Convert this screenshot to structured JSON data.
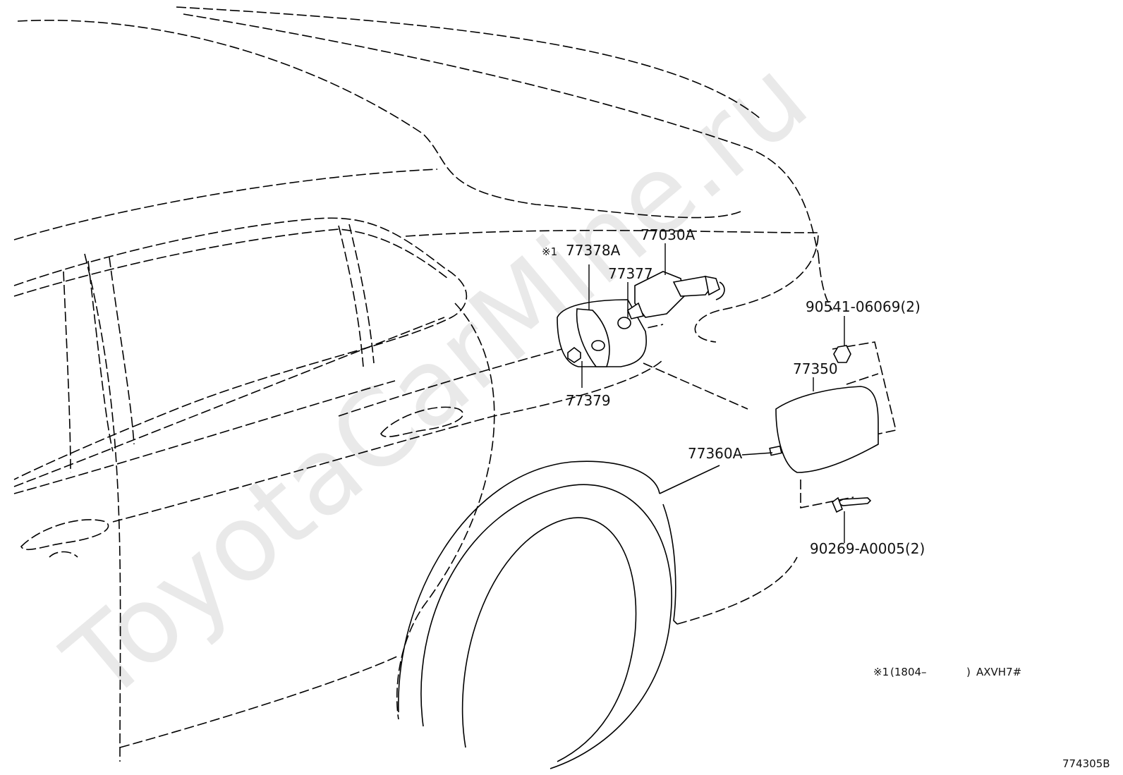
{
  "watermark": "ToyotaCarMine.ru",
  "diagram_code": "774305B",
  "footnote": {
    "mark": "※1",
    "range_open": "(1804–",
    "range_close": ")",
    "model": "AXVH7#"
  },
  "labels": {
    "p77378A_mark": "※1",
    "p77378A": "77378A",
    "p77030A": "77030A",
    "p77377": "77377",
    "p77379": "77379",
    "p90541": "90541-06069(2)",
    "p77350": "77350",
    "p77360A": "77360A",
    "p90269": "90269-A0005(2)"
  }
}
